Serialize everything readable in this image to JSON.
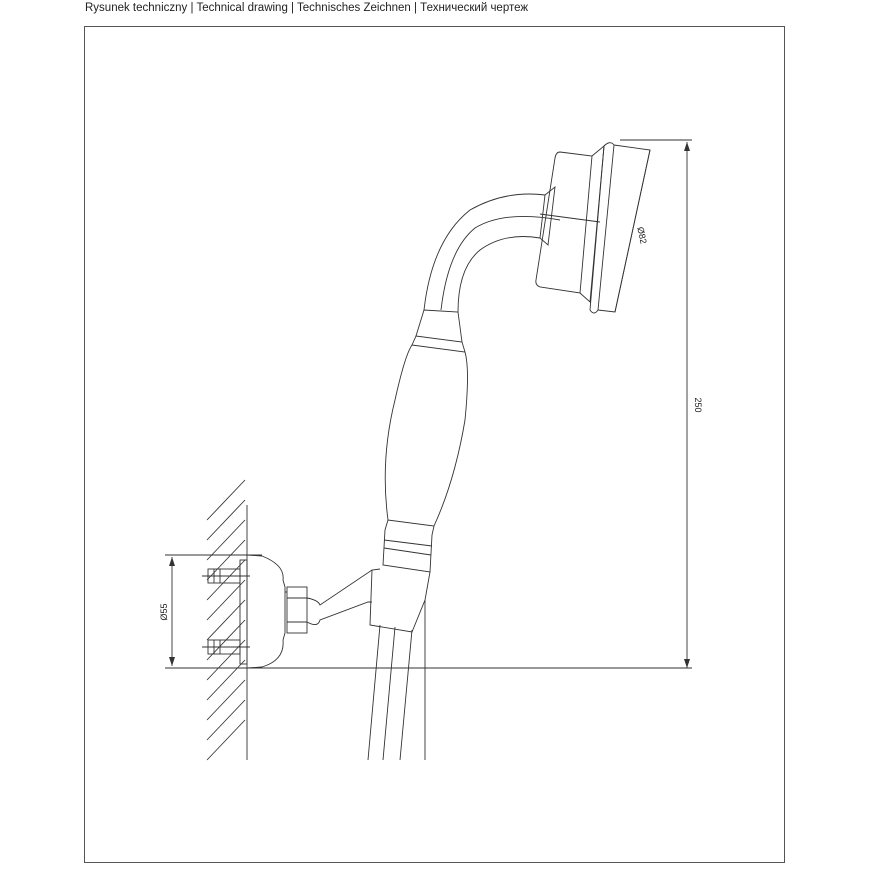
{
  "title": "Rysunek techniczny | Technical drawing | Technisches Zeichnen | Технический чертеж",
  "dimensions": {
    "height": "250",
    "head_diameter": "Ø82",
    "mount_diameter": "Ø55"
  }
}
